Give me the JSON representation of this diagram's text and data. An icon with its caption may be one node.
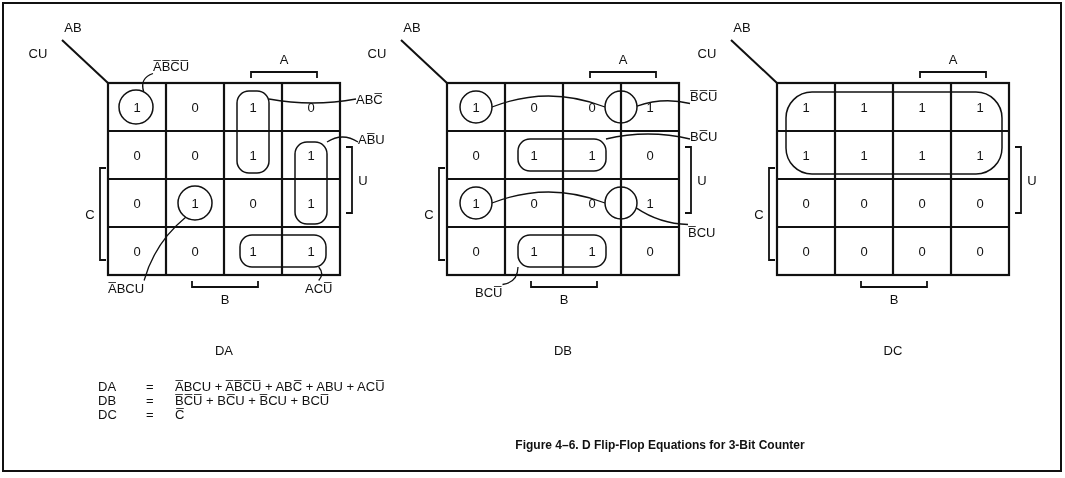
{
  "diagram": {
    "caption": "Figure 4–6. D Flip-Flop Equations for 3-Bit Counter",
    "nodes": [
      {
        "text": [
          "A̅B̅C̅U̅"
        ]
      },
      {
        "text": [],
        "shape": "circle"
      },
      {
        "text": [],
        "shape": "box"
      },
      {
        "text": [
          "ABC̅"
        ]
      },
      {
        "text": [
          "AB̅U"
        ]
      },
      {
        "text": [],
        "shape": "box"
      },
      {
        "text": [],
        "shape": "circle"
      },
      {
        "text": [],
        "shape": "box"
      },
      {
        "text": [
          "A̅BCU"
        ]
      },
      {
        "text": [
          "ACU̅"
        ]
      },
      {
        "text": [],
        "shape": "circle"
      },
      {
        "text": [],
        "shape": "circle"
      },
      {
        "text": [
          "B̅C̅U̅"
        ]
      },
      {
        "text": [],
        "shape": "box"
      },
      {
        "text": [
          "BC̅U"
        ]
      },
      {
        "text": [],
        "shape": "circle"
      },
      {
        "text": [],
        "shape": "circle"
      },
      {
        "text": [
          "B̅CU"
        ]
      },
      {
        "text": [],
        "shape": "box"
      },
      {
        "text": [
          "BCU̅"
        ]
      },
      {
        "text": [],
        "shape": "box"
      }
    ],
    "edges": [
      {
        "from": 0,
        "to": 1,
        "arrow": "none"
      },
      {
        "from": 3,
        "to": 2,
        "arrow": "none"
      },
      {
        "from": 4,
        "to": 5,
        "arrow": "none"
      },
      {
        "from": 8,
        "to": 6,
        "arrow": "none"
      },
      {
        "from": 9,
        "to": 7,
        "arrow": "none"
      },
      {
        "from": 10,
        "to": 11,
        "arrow": "none"
      },
      {
        "from": 12,
        "to": 11,
        "arrow": "none"
      },
      {
        "from": 14,
        "to": 13,
        "arrow": "none"
      },
      {
        "from": 15,
        "to": 16,
        "arrow": "none"
      },
      {
        "from": 17,
        "to": 16,
        "arrow": "none"
      },
      {
        "from": 19,
        "to": 18,
        "arrow": "none"
      }
    ],
    "labels": [
      "AB",
      "CU",
      "A",
      "1",
      "0",
      "1",
      "0",
      "0",
      "0",
      "1",
      "1",
      "0",
      "1",
      "0",
      "1",
      "0",
      "0",
      "1",
      "1",
      "U",
      "C",
      "B",
      "DA",
      "AB",
      "CU",
      "A",
      "1",
      "0",
      "0",
      "1",
      "0",
      "1",
      "1",
      "0",
      "1",
      "0",
      "0",
      "1",
      "0",
      "1",
      "1",
      "0",
      "U",
      "C",
      "B",
      "DB",
      "AB",
      "CU",
      "A",
      "1",
      "1",
      "1",
      "1",
      "1",
      "1",
      "1",
      "1",
      "0",
      "0",
      "0",
      "0",
      "0",
      "0",
      "0",
      "0",
      "U",
      "C",
      "B",
      "DC",
      "DA",
      "=",
      "A̅BCU + A̅B̅C̅U̅ + ABC̅ + ABU + ACU̅",
      "DB",
      "=",
      "B̅C̅U̅ + BC̅U + B̅CU + BCU̅",
      "DC",
      "=",
      "C̅"
    ]
  }
}
